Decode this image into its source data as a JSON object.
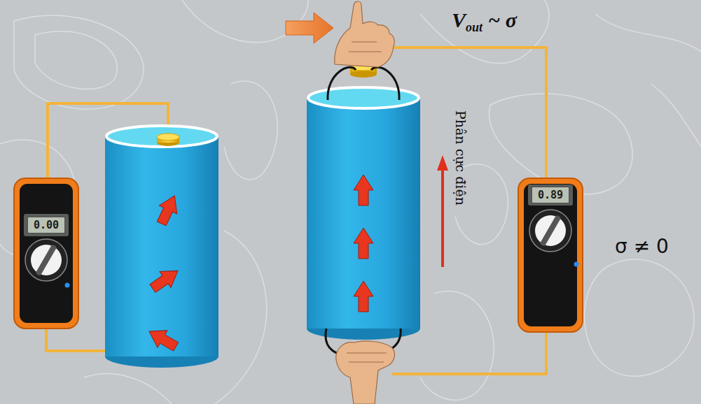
{
  "diagram": {
    "nodes": [
      {
        "text": [
          "0.00"
        ]
      },
      {
        "text": [
          "0.89"
        ]
      }
    ],
    "labels": [
      "V",
      "out",
      "~ σ",
      "Phân cực điện",
      "σ ≠ 0"
    ]
  }
}
